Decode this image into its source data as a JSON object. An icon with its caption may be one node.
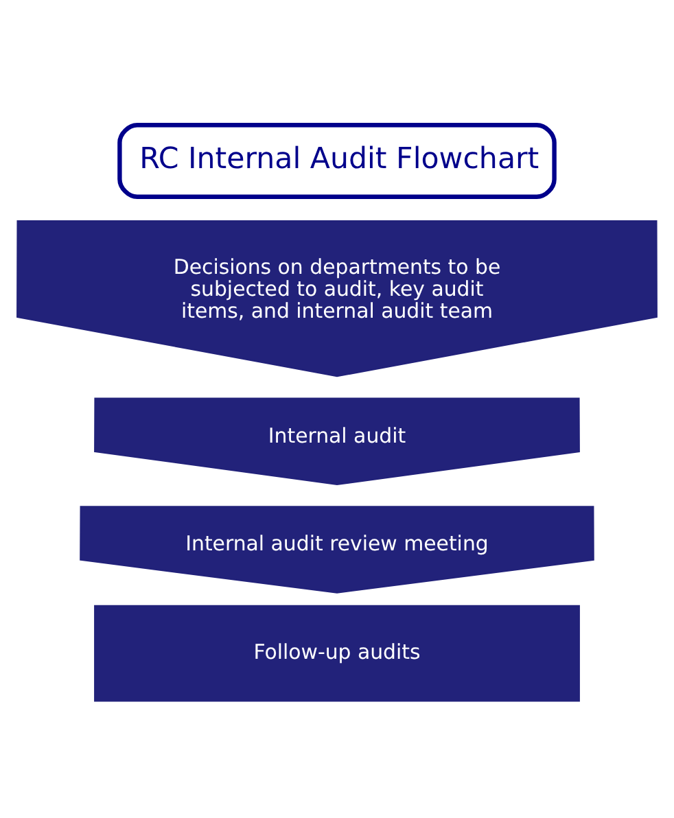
{
  "diagram": {
    "title": "RC Internal Audit Flowchart",
    "nodes": [
      {
        "text": [
          "Decisions on departments to be subjected to audit, key audit items, and internal audit team"
        ]
      },
      {
        "text": [
          "Internal audit"
        ]
      },
      {
        "text": [
          "Internal audit review meeting"
        ]
      },
      {
        "text": [
          "Follow-up audits"
        ]
      }
    ]
  }
}
